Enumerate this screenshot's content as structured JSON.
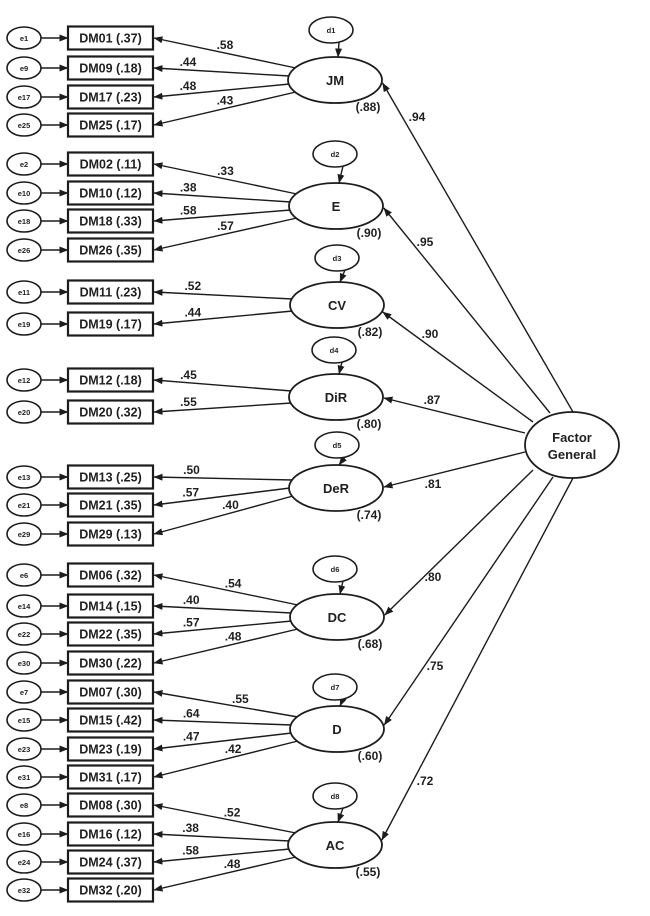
{
  "general_factor": {
    "line1": "Factor",
    "line2": "General"
  },
  "factors": [
    {
      "name": "JM",
      "disturbance": "d1",
      "r2": ".88",
      "general_loading": ".94",
      "indicators": [
        {
          "item": "DM01",
          "r2": ".37",
          "error": "e1",
          "loading": ".58"
        },
        {
          "item": "DM09",
          "r2": ".18",
          "error": "e9",
          "loading": ".44"
        },
        {
          "item": "DM17",
          "r2": ".23",
          "error": "e17",
          "loading": ".48"
        },
        {
          "item": "DM25",
          "r2": ".17",
          "error": "e25",
          "loading": ".43"
        }
      ]
    },
    {
      "name": "E",
      "disturbance": "d2",
      "r2": ".90",
      "general_loading": ".95",
      "indicators": [
        {
          "item": "DM02",
          "r2": ".11",
          "error": "e2",
          "loading": ".33"
        },
        {
          "item": "DM10",
          "r2": ".12",
          "error": "e10",
          "loading": ".38"
        },
        {
          "item": "DM18",
          "r2": ".33",
          "error": "e18",
          "loading": ".58"
        },
        {
          "item": "DM26",
          "r2": ".35",
          "error": "e26",
          "loading": ".57"
        }
      ]
    },
    {
      "name": "CV",
      "disturbance": "d3",
      "r2": ".82",
      "general_loading": ".90",
      "indicators": [
        {
          "item": "DM11",
          "r2": ".23",
          "error": "e11",
          "loading": ".52"
        },
        {
          "item": "DM19",
          "r2": ".17",
          "error": "e19",
          "loading": ".44"
        }
      ]
    },
    {
      "name": "DiR",
      "disturbance": "d4",
      "r2": ".80",
      "general_loading": ".87",
      "indicators": [
        {
          "item": "DM12",
          "r2": ".18",
          "error": "e12",
          "loading": ".45"
        },
        {
          "item": "DM20",
          "r2": ".32",
          "error": "e20",
          "loading": ".55"
        }
      ]
    },
    {
      "name": "DeR",
      "disturbance": "d5",
      "r2": ".74",
      "general_loading": ".81",
      "indicators": [
        {
          "item": "DM13",
          "r2": ".25",
          "error": "e13",
          "loading": ".50"
        },
        {
          "item": "DM21",
          "r2": ".35",
          "error": "e21",
          "loading": ".57"
        },
        {
          "item": "DM29",
          "r2": ".13",
          "error": "e29",
          "loading": ".40"
        }
      ]
    },
    {
      "name": "DC",
      "disturbance": "d6",
      "r2": ".68",
      "general_loading": ".80",
      "indicators": [
        {
          "item": "DM06",
          "r2": ".32",
          "error": "e6",
          "loading": ".54"
        },
        {
          "item": "DM14",
          "r2": ".15",
          "error": "e14",
          "loading": ".40"
        },
        {
          "item": "DM22",
          "r2": ".35",
          "error": "e22",
          "loading": ".57"
        },
        {
          "item": "DM30",
          "r2": ".22",
          "error": "e30",
          "loading": ".48"
        }
      ]
    },
    {
      "name": "D",
      "disturbance": "d7",
      "r2": ".60",
      "general_loading": ".75",
      "indicators": [
        {
          "item": "DM07",
          "r2": ".30",
          "error": "e7",
          "loading": ".55"
        },
        {
          "item": "DM15",
          "r2": ".42",
          "error": "e15",
          "loading": ".64"
        },
        {
          "item": "DM23",
          "r2": ".19",
          "error": "e23",
          "loading": ".47"
        },
        {
          "item": "DM31",
          "r2": ".17",
          "error": "e31",
          "loading": ".42"
        }
      ]
    },
    {
      "name": "AC",
      "disturbance": "d8",
      "r2": ".55",
      "general_loading": ".72",
      "indicators": [
        {
          "item": "DM08",
          "r2": ".30",
          "error": "e8",
          "loading": ".52"
        },
        {
          "item": "DM16",
          "r2": ".12",
          "error": "e16",
          "loading": ".38"
        },
        {
          "item": "DM24",
          "r2": ".37",
          "error": "e24",
          "loading": ".58"
        },
        {
          "item": "DM32",
          "r2": ".20",
          "error": "e32",
          "loading": ".48"
        }
      ]
    }
  ]
}
